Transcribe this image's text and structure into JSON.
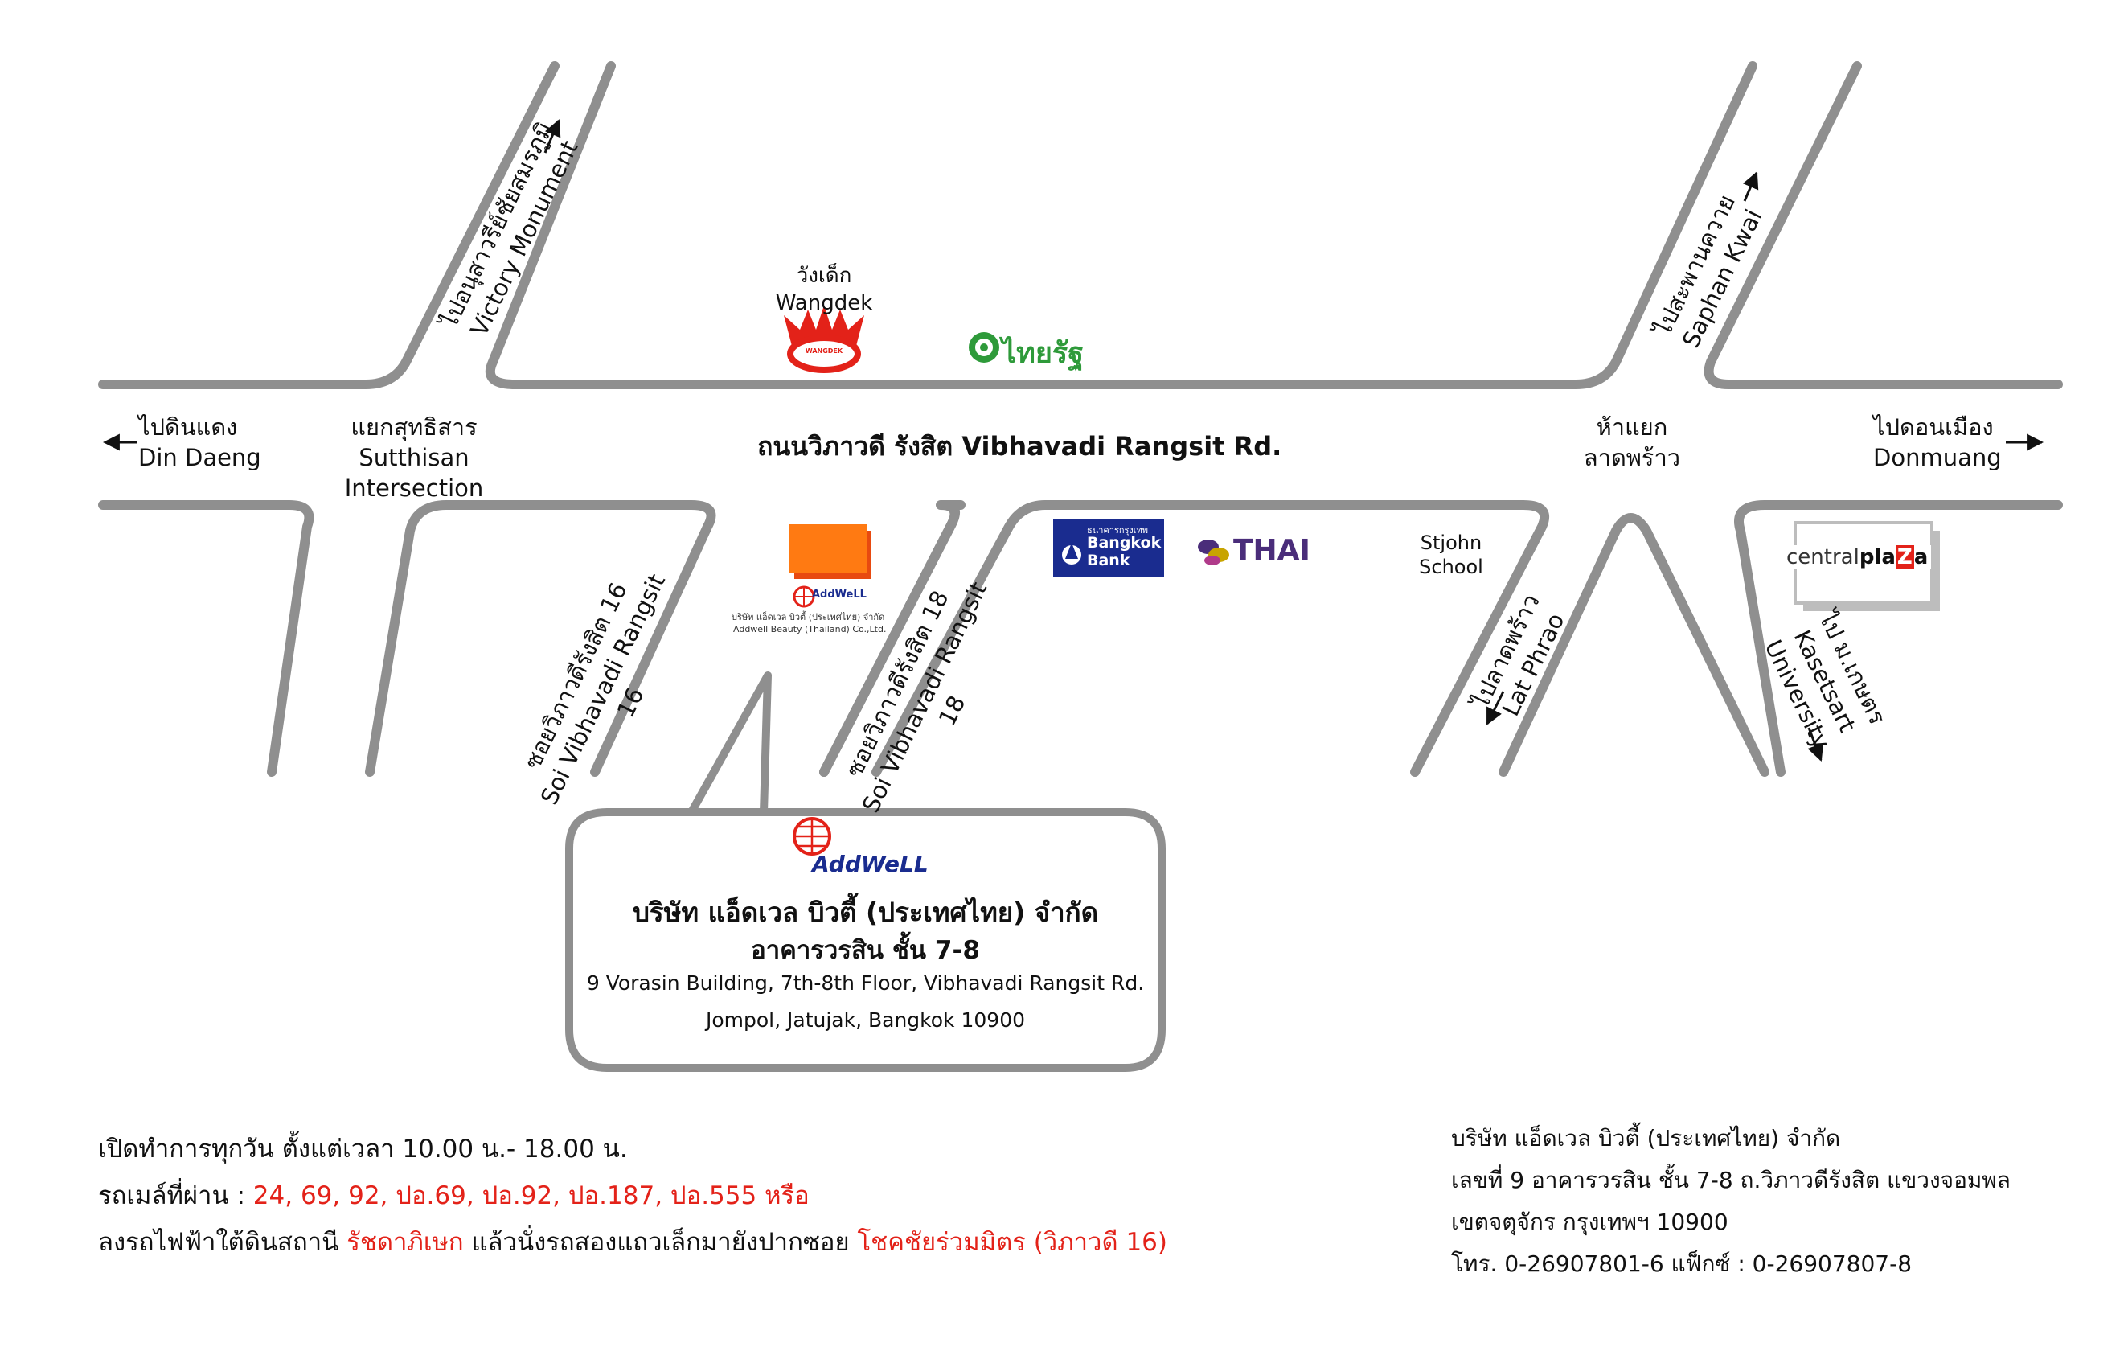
{
  "main_road": {
    "name": "ถนนวิภาวดี รังสิต Vibhavadi Rangsit Rd."
  },
  "directions": {
    "din_daeng_th": "ไปดินแดง",
    "din_daeng_en": "Din Daeng",
    "donmuang_th": "ไปดอนเมือง",
    "donmuang_en": "Donmuang",
    "victory_th": "ไปอนุสาวรีย์ชัยสมรภูมิ",
    "victory_en": "Victory Monument",
    "saphan_th": "ไปสะพานควาย",
    "saphan_en": "Saphan Kwai",
    "latphrao_th": "ไปลาดพร้าว",
    "latphrao_en": "Lat Phrao",
    "kasetsart_th": "ไป ม.เกษตร",
    "kasetsart_en": "Kasetsart University"
  },
  "intersections": {
    "sutthisan_th": "แยกสุทธิสาร",
    "sutthisan_en": "Sutthisan Intersection",
    "latphrao_th": "ห้าแยก",
    "latphrao_th2": "ลาดพร้าว"
  },
  "sois": {
    "soi16_th": "ซอยวิภาวดีรังสิต 16",
    "soi16_en": "Soi Vibhavadi Rangsit 16",
    "soi18_th": "ซอยวิภาวดีรังสิต 18",
    "soi18_en": "Soi Vibhavadi Rangsit 18"
  },
  "landmarks": {
    "wangdek_th": "วังเด็ก",
    "wangdek_en": "Wangdek",
    "wangdek_logo": "WANGDEK",
    "thairath": "ไทยรัฐ",
    "stjohn_1": "Stjohn",
    "stjohn_2": "School",
    "bangkok_bank_th": "ธนาคารกรุงเทพ",
    "bangkok_bank_en1": "Bangkok",
    "bangkok_bank_en2": "Bank",
    "thai": "THAI",
    "central_1": "central",
    "central_2": "pla",
    "central_3": "Z",
    "central_4": "a",
    "building_logo": "AddWeLL",
    "building_th": "บริษัท แอ็ดเวล บิวตี้ (ประเทศไทย) จำกัด",
    "building_en": "Addwell Beauty (Thailand) Co.,Ltd."
  },
  "callout": {
    "logo": "AddWeLL",
    "company_th": "บริษัท แอ็ดเวล บิวตี้ (ประเทศไทย) จำกัด",
    "building_th": "อาคารวรสิน ชั้น 7-8",
    "address_1": "9 Vorasin Building, 7th-8th Floor, Vibhavadi Rangsit Rd.",
    "address_2": "Jompol, Jatujak, Bangkok 10900"
  },
  "info_left": {
    "hours": "เปิดทำการทุกวัน ตั้งแต่เวลา 10.00 น.- 18.00 น.",
    "bus_label": "รถเมล์ที่ผ่าน : ",
    "bus_routes": "24, 69, 92, ปอ.69, ปอ.92, ปอ.187, ปอ.555 หรือ",
    "mrt_1": "ลงรถไฟฟ้าใต้ดินสถานี ",
    "mrt_station": "รัชดาภิเษก",
    "mrt_2": " แล้วนั่งรถสองแถวเล็กมายังปากซอย ",
    "mrt_dest": "โชคชัยร่วมมิตร (วิภาวดี 16)"
  },
  "info_right": {
    "line_1": "บริษัท แอ็ดเวล บิวตี้ (ประเทศไทย) จำกัด",
    "line_2": "เลขที่ 9 อาคารวรสิน ชั้น 7-8 ถ.วิภาวดีรังสิต แขวงจอมพล",
    "line_3": "เขตจตุจักร กรุงเทพฯ 10900",
    "line_4": "โทร. 0-26907801-6  แฟ็กซ์ : 0-26907807-8"
  },
  "colors": {
    "road_edge": "#8f8f8f",
    "highlight_red": "#e32219",
    "bangkok_bank": "#1a2c8f",
    "thai_purple": "#4a2d7a",
    "thairath_green": "#2e9a3a",
    "building_orange": "#ff7a12"
  }
}
